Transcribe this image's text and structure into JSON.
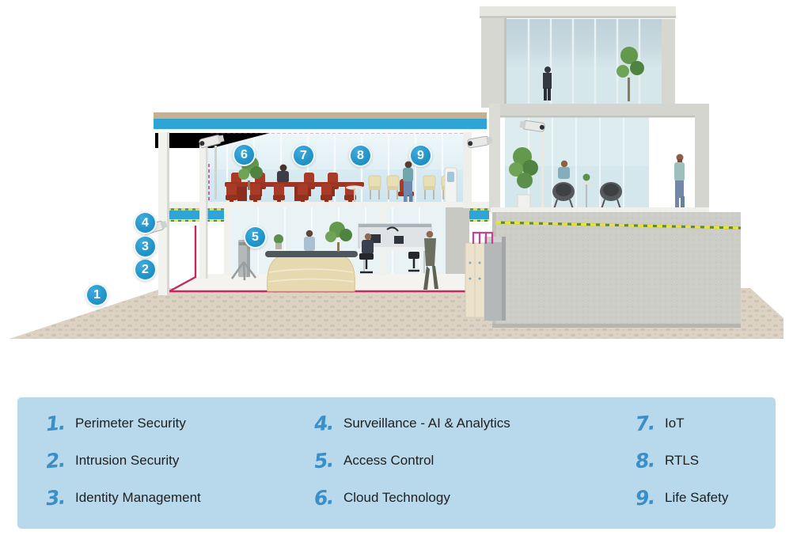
{
  "diagram": {
    "description": "Smart building security cross-section with numbered markers",
    "badges": [
      {
        "n": "1"
      },
      {
        "n": "2"
      },
      {
        "n": "3"
      },
      {
        "n": "4"
      },
      {
        "n": "5"
      },
      {
        "n": "6"
      },
      {
        "n": "7"
      },
      {
        "n": "8"
      },
      {
        "n": "9"
      }
    ]
  },
  "legend": {
    "items": [
      {
        "num": "1.",
        "label": "Perimeter Security"
      },
      {
        "num": "2.",
        "label": "Intrusion Security"
      },
      {
        "num": "3.",
        "label": "Identity Management"
      },
      {
        "num": "4.",
        "label": "Surveillance - AI & Analytics"
      },
      {
        "num": "5.",
        "label": "Access Control"
      },
      {
        "num": "6.",
        "label": "Cloud Technology"
      },
      {
        "num": "7.",
        "label": "IoT"
      },
      {
        "num": "8.",
        "label": "RTLS"
      },
      {
        "num": "9.",
        "label": "Life Safety"
      }
    ]
  },
  "colors": {
    "legend_bg": "#b8d9eb",
    "legend_number_blue": "#3a8fc8",
    "badge_blue": "#2496c9",
    "floor_band_cyan": "#2ea5d6",
    "perimeter_line_magenta": "#c32a60",
    "wire_magenta": "#c4459c",
    "rope_yellow": "#e8e43e",
    "rope_green": "#5d8a33",
    "roof_tan": "#c3b193",
    "concrete": "#cdcdc7",
    "pavement": "#d8cdbc"
  }
}
